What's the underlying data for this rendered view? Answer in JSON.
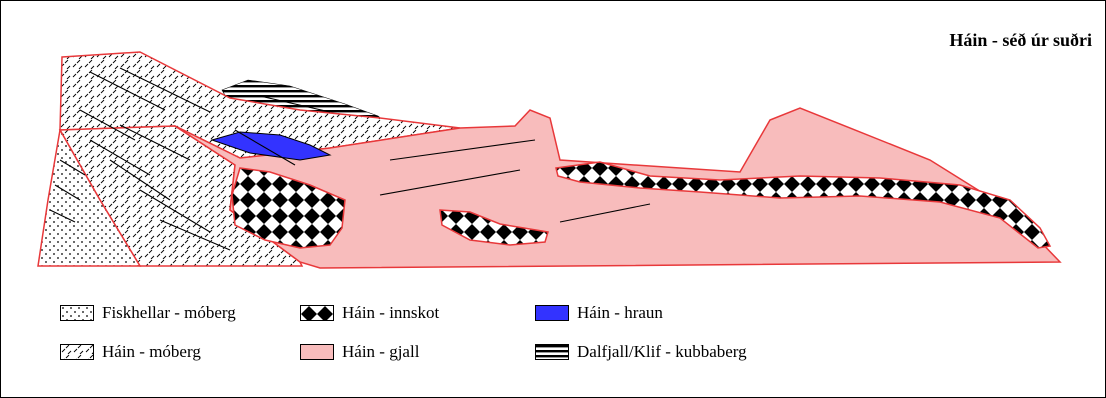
{
  "title": "Háin - séð úr suðri",
  "colors": {
    "outline": "#e8383a",
    "gjall": "#f8bcbc",
    "hraun": "#3333ff",
    "pattern_dark": "#000000"
  },
  "legend": [
    {
      "label": "Fiskhellar - móberg",
      "pattern": "dots"
    },
    {
      "label": "Háin - innskot",
      "pattern": "checker"
    },
    {
      "label": "Háin - hraun",
      "pattern": "solid-blue"
    },
    {
      "label": "Háin - móberg",
      "pattern": "dashes"
    },
    {
      "label": "Háin - gjall",
      "pattern": "solid-pink"
    },
    {
      "label": "Dalfjall/Klif - kubbaberg",
      "pattern": "horizontal-lines"
    }
  ]
}
